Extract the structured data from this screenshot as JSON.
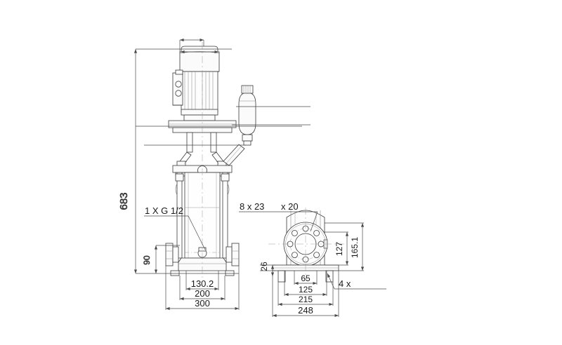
{
  "drawing": {
    "type": "technical-dimension-drawing",
    "subject": "vertical multistage centrifugal pump",
    "background_color": "#ffffff",
    "line_color": "#3a3a3a",
    "dimension_color": "#4a4a4a",
    "text_color": "#1a1a1a"
  },
  "dimensions": {
    "total_height": "683",
    "foot_height": "90",
    "flange_bolt_spacing": "130.2",
    "base_inner": "200",
    "base_outer": "300",
    "port_thread": "1 X G 1/2",
    "bolt_holes": "8 x 23",
    "bolt_holes_depth": "x 20",
    "base_plate_thickness": "26",
    "shaft_center_height": "127",
    "overall_side_height": "165.1",
    "inner_bolt_span": "65",
    "mid_bolt_span": "125",
    "base_span_215": "215",
    "base_span_248": "248",
    "feet_count": "4 x"
  },
  "labels": [
    {
      "id": "dim-683",
      "text": "683",
      "orientation": "vertical"
    },
    {
      "id": "dim-90",
      "text": "90",
      "orientation": "vertical"
    },
    {
      "id": "dim-port",
      "text": "1 X G 1/2",
      "orientation": "horizontal"
    },
    {
      "id": "dim-130-2",
      "text": "130.2",
      "orientation": "horizontal"
    },
    {
      "id": "dim-200",
      "text": "200",
      "orientation": "horizontal"
    },
    {
      "id": "dim-300",
      "text": "300",
      "orientation": "horizontal"
    },
    {
      "id": "dim-8x23",
      "text": "8 x 23",
      "orientation": "horizontal"
    },
    {
      "id": "dim-x20",
      "text": "x 20",
      "orientation": "horizontal"
    },
    {
      "id": "dim-26",
      "text": "26",
      "orientation": "vertical"
    },
    {
      "id": "dim-127",
      "text": "127",
      "orientation": "vertical"
    },
    {
      "id": "dim-165-1",
      "text": "165.1",
      "orientation": "vertical"
    },
    {
      "id": "dim-65",
      "text": "65",
      "orientation": "horizontal"
    },
    {
      "id": "dim-125",
      "text": "125",
      "orientation": "horizontal"
    },
    {
      "id": "dim-215",
      "text": "215",
      "orientation": "horizontal"
    },
    {
      "id": "dim-248",
      "text": "248",
      "orientation": "horizontal"
    },
    {
      "id": "dim-4x",
      "text": "4 x",
      "orientation": "horizontal"
    }
  ],
  "views": {
    "front": {
      "name": "front-elevation"
    },
    "side": {
      "name": "side-elevation"
    }
  }
}
